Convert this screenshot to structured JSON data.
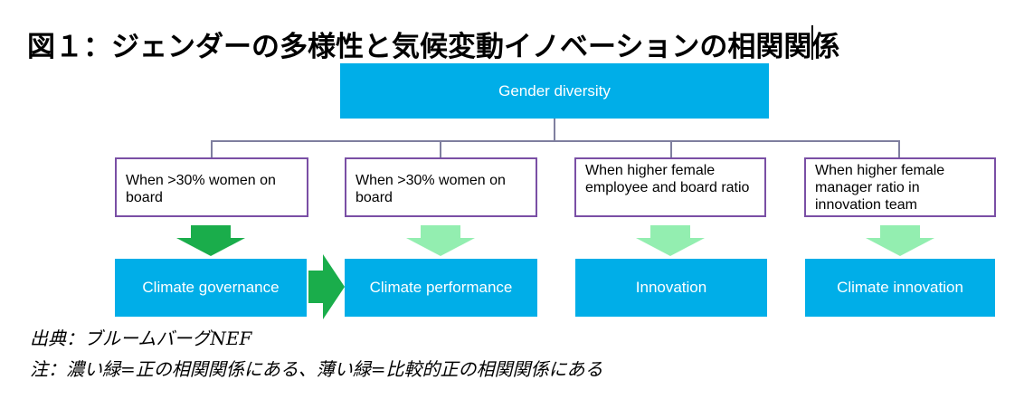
{
  "title": "図１：ジェンダーの多様性と気候変動イノベーションの相関関係",
  "root": {
    "label": "Gender diversity"
  },
  "conditions": [
    "When >30% women on board",
    "When >30% women on board",
    "When higher female employee and board ratio",
    "When higher female manager ratio in innovation team"
  ],
  "outcomes": [
    "Climate governance",
    "Climate performance",
    "Innovation",
    "Climate innovation"
  ],
  "correlations": [
    "dark-green",
    "light-green",
    "light-green",
    "light-green",
    "dark-green"
  ],
  "colors": {
    "box_blue": "#00aee8",
    "dark_green": "#1aad4b",
    "light_green": "#93eeb0",
    "condition_border": "#7a4fa5",
    "connector": "#7f7f9f"
  },
  "footer": {
    "source": "出典：ブルームバーグNEF",
    "note": "注：濃い緑=正の相関関係にある、薄い緑=比較的正の相関関係にある"
  }
}
